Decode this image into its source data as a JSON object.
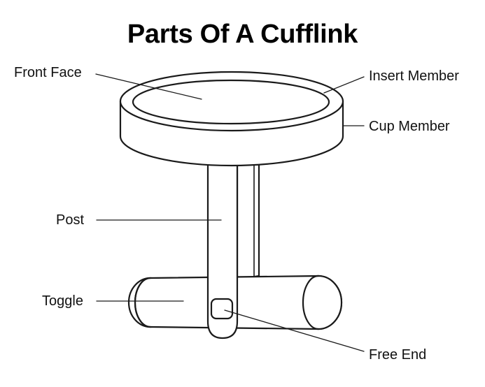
{
  "title": "Parts Of A Cufflink",
  "labels": {
    "front_face": "Front Face",
    "insert_member": "Insert Member",
    "cup_member": "Cup Member",
    "post": "Post",
    "toggle": "Toggle",
    "free_end": "Free End"
  },
  "colors": {
    "line": "#1a1a1a",
    "fill": "#ffffff"
  }
}
